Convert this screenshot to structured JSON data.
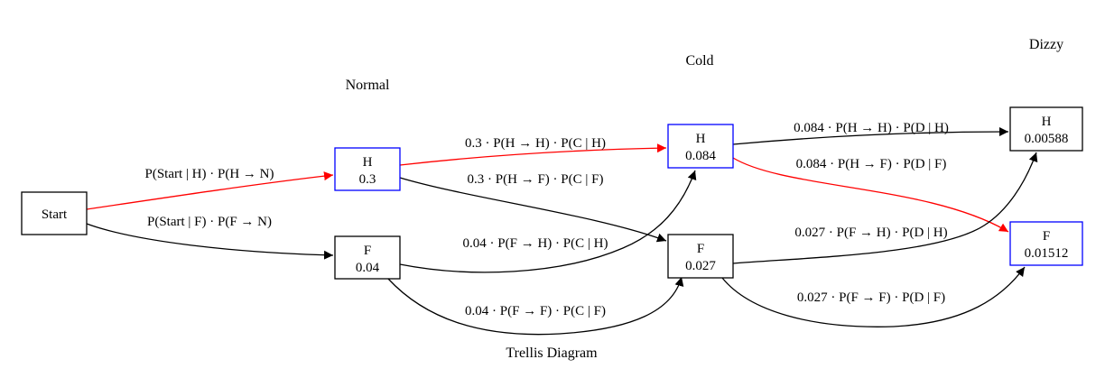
{
  "diagram": {
    "caption": "Trellis Diagram",
    "columns": {
      "normal": "Normal",
      "cold": "Cold",
      "dizzy": "Dizzy"
    },
    "nodes": {
      "start": {
        "label": "Start"
      },
      "n_h": {
        "state": "H",
        "value": "0.3"
      },
      "n_f": {
        "state": "F",
        "value": "0.04"
      },
      "c_h": {
        "state": "H",
        "value": "0.084"
      },
      "c_f": {
        "state": "F",
        "value": "0.027"
      },
      "d_h": {
        "state": "H",
        "value": "0.00588"
      },
      "d_f": {
        "state": "F",
        "value": "0.01512"
      }
    },
    "edges": {
      "start_h": "P(Start | H) · P(H → N)",
      "start_f": "P(Start | F) · P(F → N)",
      "nh_ch": "0.3 · P(H → H) · P(C | H)",
      "nh_cf": "0.3 · P(H → F) · P(C | F)",
      "nf_ch": "0.04 · P(F → H) · P(C | H)",
      "nf_cf": "0.04 · P(F → F) · P(C | F)",
      "ch_dh": "0.084 · P(H → H) · P(D | H)",
      "ch_df": "0.084 · P(H → F) · P(D | F)",
      "cf_dh": "0.027 · P(F → H) · P(D | H)",
      "cf_df": "0.027 · P(F → F) · P(D | F)"
    },
    "colors": {
      "best_path": "#ff0000",
      "best_node": "#0000ff",
      "default": "#000000"
    }
  }
}
